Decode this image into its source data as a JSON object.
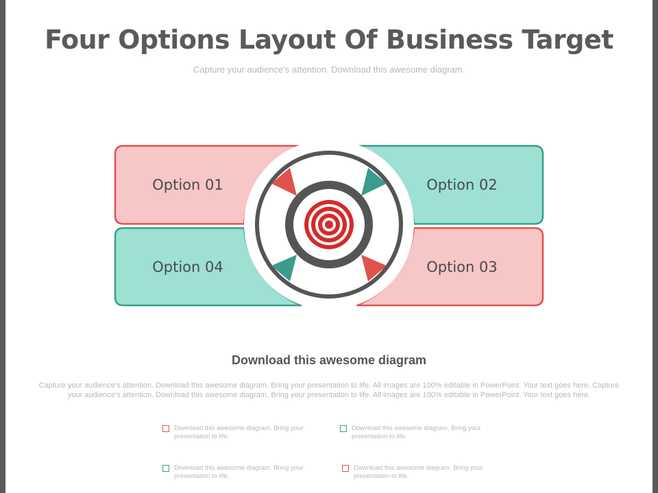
{
  "title": "Four Options Layout Of Business Target",
  "subtitle": "Capture your audience’s attention. Download this awesome diagram.",
  "options": [
    {
      "label": "Option 01",
      "color": "pink"
    },
    {
      "label": "Option 02",
      "color": "teal"
    },
    {
      "label": "Option 03",
      "color": "pink"
    },
    {
      "label": "Option 04",
      "color": "teal"
    }
  ],
  "colors": {
    "pink_fill": "#f7c6c6",
    "pink_border": "#e0524c",
    "teal_fill": "#9ee0d4",
    "teal_border": "#3a9c8c",
    "ring": "#555555",
    "target_red": "#d42a2a"
  },
  "center_icon": "target-icon",
  "section_heading": "Download this awesome diagram",
  "body_text": "Capture your audience’s attention. Download this  awesome diagram. Bring your presentation to life. All images are 100% editable in PowerPoint. Your text  goes here. Capture your audience’s attention. Download this  awesome diagram. Bring your presentation to life. All images are 100% editable in PowerPoint. Your text goes here.",
  "bullets": [
    {
      "text": "Download this awesome diagram. Bring your presentation to life.",
      "color": "pink"
    },
    {
      "text": "Download this awesome diagram. Bring your presentation to life.",
      "color": "teal"
    },
    {
      "text": "Download this awesome diagram. Bring your presentation to life.",
      "color": "teal"
    },
    {
      "text": "Download this awesome diagram. Bring your presentation to life.",
      "color": "pink"
    }
  ]
}
